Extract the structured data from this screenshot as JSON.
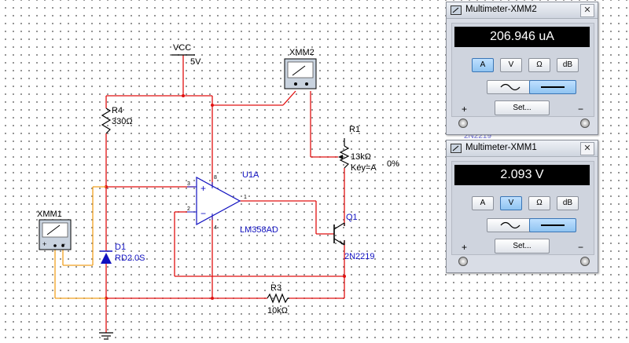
{
  "schematic": {
    "vcc_label": "VCC",
    "vcc_value": "5V",
    "r4_name": "R4",
    "r4_value": "330Ω",
    "xmm2_label": "XMM2",
    "xmm1_label": "XMM1",
    "r1_name": "R1",
    "r1_value": "13kΩ",
    "r1_key": "Key=A",
    "r1_percent": "0%",
    "u1_name": "U1A",
    "u1_part": "LM358AD",
    "pin3": "3",
    "pin2": "2",
    "pin8": "8",
    "pin4": "4",
    "pin1": "1",
    "q1_name": "Q1",
    "q1_part": "2N2219",
    "d1_name": "D1",
    "d1_part": "RD2.0S",
    "r3_name": "R3",
    "r3_value": "10kΩ"
  },
  "xmm2_window": {
    "title": "Multimeter-XMM2",
    "reading": "206.946 uA",
    "mode_buttons": [
      "A",
      "V",
      "Ω",
      "dB"
    ],
    "active_mode": "A",
    "set_label": "Set...",
    "plus": "+",
    "minus": "−",
    "active_wave": "dc"
  },
  "xmm1_window": {
    "title": "Multimeter-XMM1",
    "reading": "2.093 V",
    "mode_buttons": [
      "A",
      "V",
      "Ω",
      "dB"
    ],
    "active_mode": "V",
    "set_label": "Set...",
    "plus": "+",
    "minus": "−",
    "active_wave": "dc"
  },
  "colors": {
    "wire_red": "#e01010",
    "wire_orange": "#f0a020",
    "component_blue": "#1010c0",
    "active_button": "#8fc4f1"
  }
}
